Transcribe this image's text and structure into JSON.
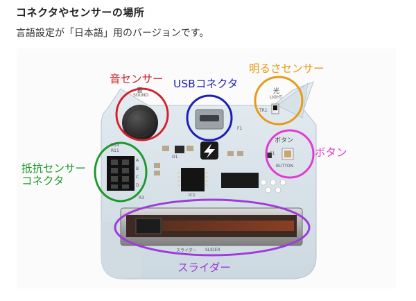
{
  "heading": "コネクタやセンサーの場所",
  "description": "言語設定が「日本語」用のバージョンです。",
  "labels": {
    "sound": "音センサー",
    "usb": "USBコネクタ",
    "light": "明るさセンサー",
    "button": "ボタン",
    "resistor_line1": "抵抗センサー",
    "resistor_line2": "コネクタ",
    "slider": "スライダー"
  },
  "silkscreen": {
    "sound_jp": "音",
    "sound_en": "SOUND",
    "light_jp": "光",
    "light_en": "LIGHT",
    "button_jp": "ボタン",
    "button_en": "BUTTON",
    "slider_jp": "スライダー",
    "slider_en": "SLIDER",
    "tr1": "TR1",
    "f1": "F1",
    "d1": "D1",
    "ic1": "IC1",
    "s1": "S1",
    "r14": "R14",
    "r11": "R11",
    "r3": "R3",
    "a": "A",
    "b": "B",
    "c": "C",
    "d": "D"
  },
  "colors": {
    "red": "#d3202c",
    "blue": "#1b1fb5",
    "orange": "#e79a16",
    "magenta": "#e23bd0",
    "green": "#1c9a2a",
    "purple": "#9f3bd8",
    "board": "#dfe8ee"
  }
}
